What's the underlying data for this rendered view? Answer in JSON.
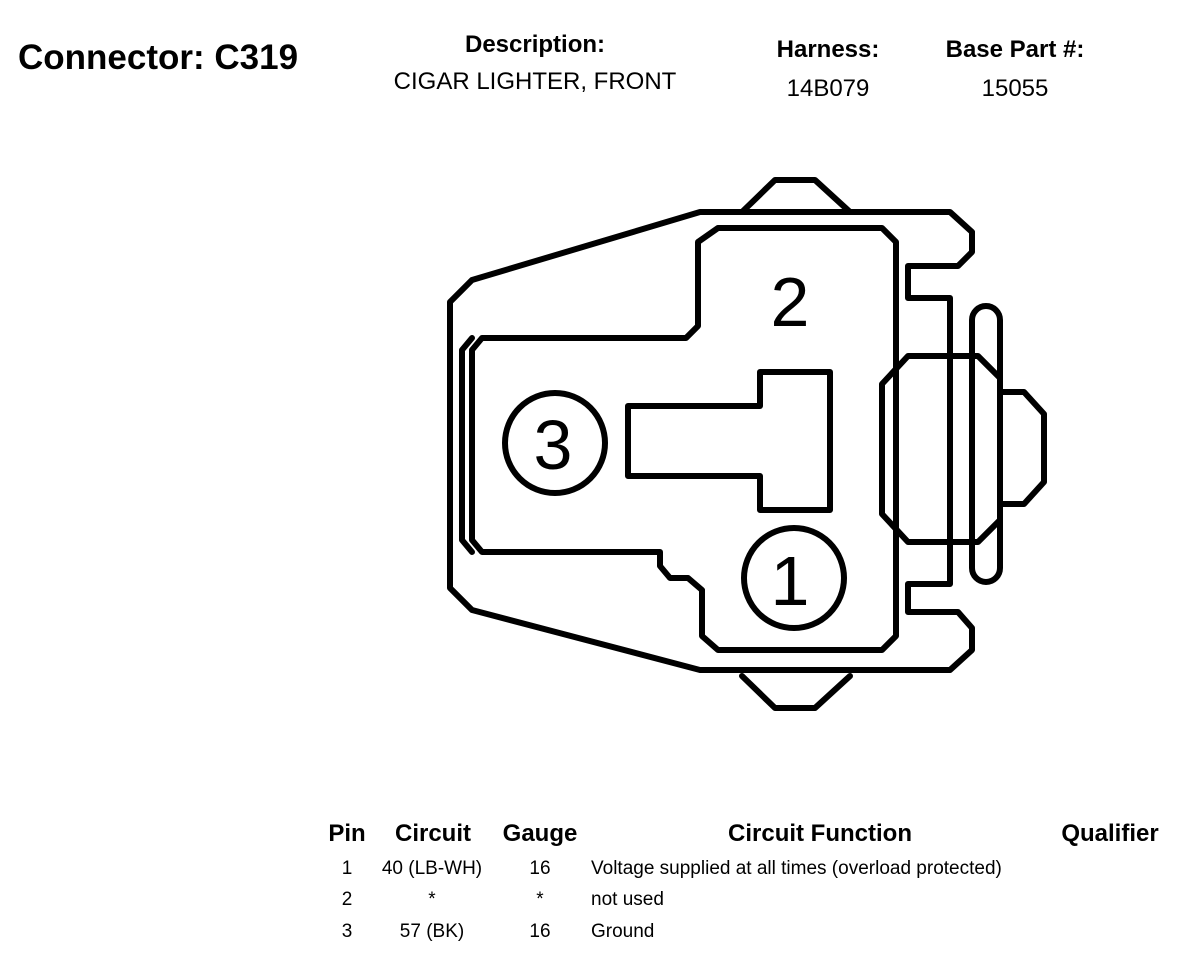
{
  "header": {
    "connector_title": "Connector: C319",
    "description_label": "Description:",
    "description_value": "CIGAR LIGHTER, FRONT",
    "harness_label": "Harness:",
    "harness_value": "14B079",
    "base_part_label": "Base Part #:",
    "base_part_value": "15055"
  },
  "diagram": {
    "pin_labels": [
      "1",
      "2",
      "3"
    ]
  },
  "table": {
    "headers": {
      "pin": "Pin",
      "circuit": "Circuit",
      "gauge": "Gauge",
      "function": "Circuit Function",
      "qualifier": "Qualifier"
    },
    "rows": [
      {
        "pin": "1",
        "circuit": "40 (LB-WH)",
        "gauge": "16",
        "function": "Voltage supplied at all times (overload protected)",
        "qualifier": ""
      },
      {
        "pin": "2",
        "circuit": "*",
        "gauge": "*",
        "function": "not used",
        "qualifier": ""
      },
      {
        "pin": "3",
        "circuit": "57 (BK)",
        "gauge": "16",
        "function": "Ground",
        "qualifier": ""
      }
    ]
  }
}
